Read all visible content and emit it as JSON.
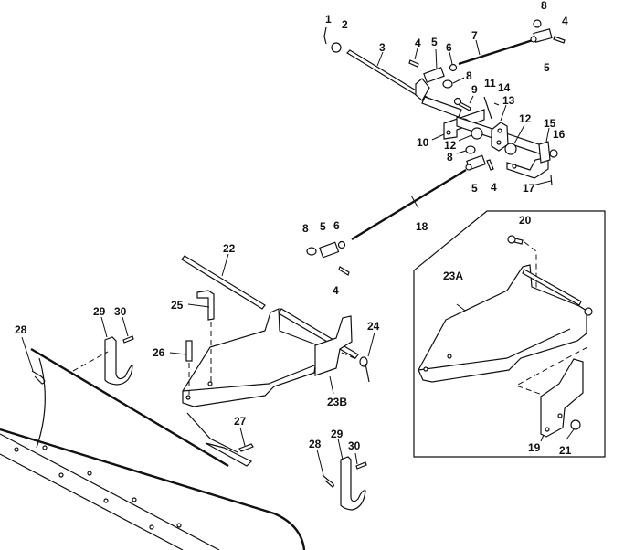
{
  "diagram": {
    "type": "exploded-parts-diagram",
    "subject": "Front blade mounting assembly",
    "inset": {
      "label_main": "23A",
      "labels": [
        "20",
        "23A",
        "19",
        "21"
      ]
    },
    "labels": {
      "p1": "1",
      "p2": "2",
      "p3": "3",
      "p4a": "4",
      "p5a": "5",
      "p6a": "6",
      "p7": "7",
      "p8a": "8",
      "p4b": "4",
      "p5b": "5",
      "p8b": "8",
      "p9": "9",
      "p11": "11",
      "p14": "14",
      "p13": "13",
      "p10": "10",
      "p12a": "12",
      "p12b": "12",
      "p15": "15",
      "p16": "16",
      "p8c": "8",
      "p5c": "5",
      "p4c": "4",
      "p17": "17",
      "p18": "18",
      "p8d": "8",
      "p5d": "5",
      "p6d": "6",
      "p4d": "4",
      "p20": "20",
      "p23a": "23A",
      "p19": "19",
      "p21": "21",
      "p22": "22",
      "p25": "25",
      "p26": "26",
      "p24": "24",
      "p23b": "23B",
      "p27": "27",
      "p28a": "28",
      "p29a": "29",
      "p30a": "30",
      "p28b": "28",
      "p29b": "29",
      "p30b": "30"
    }
  }
}
